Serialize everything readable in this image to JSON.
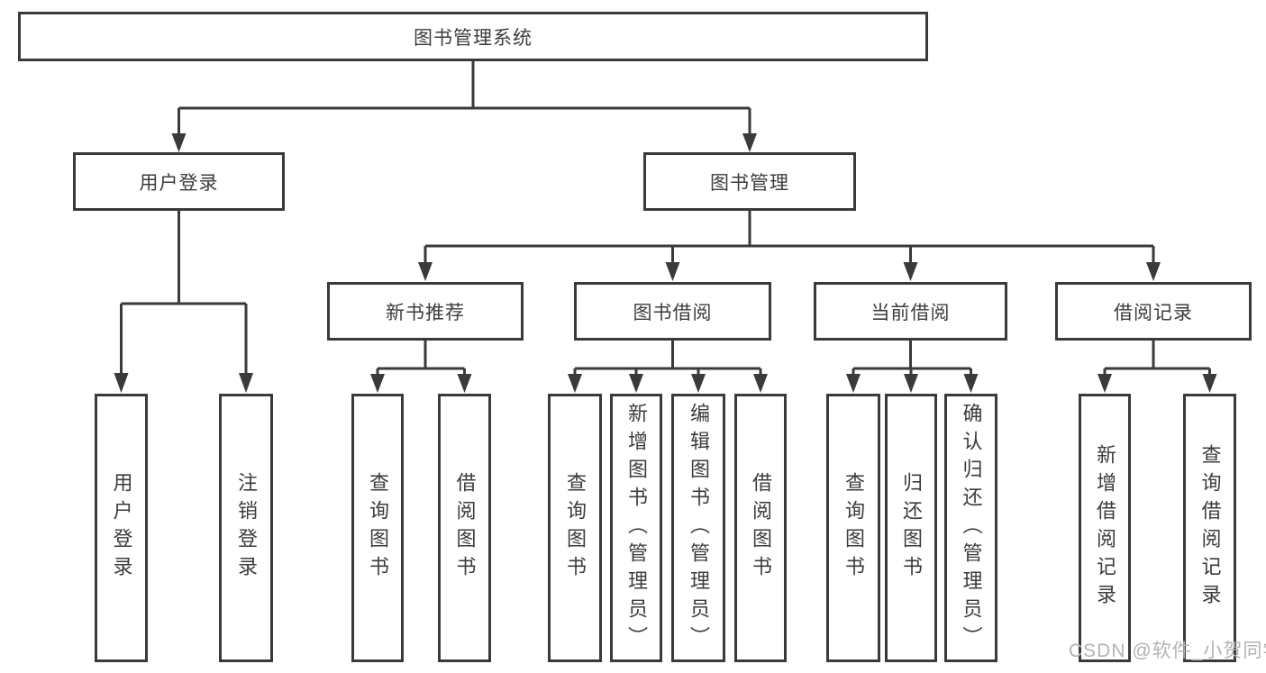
{
  "diagram": {
    "type": "hierarchy-tree",
    "title": "图书管理系统",
    "watermark": "CSDN @软件_小贺同学",
    "colors": {
      "background": "#ffffff",
      "line": "#3a3a3a",
      "box_border": "#3a3a3a",
      "box_fill": "#ffffff",
      "text": "#3c3c3c",
      "watermark": "#b3b3b3"
    },
    "tree": {
      "label": "图书管理系统",
      "children": [
        {
          "label": "用户登录",
          "children": [
            {
              "label": "用户登录"
            },
            {
              "label": "注销登录"
            }
          ]
        },
        {
          "label": "图书管理",
          "children": [
            {
              "label": "新书推荐",
              "children": [
                {
                  "label": "查询图书"
                },
                {
                  "label": "借阅图书"
                }
              ]
            },
            {
              "label": "图书借阅",
              "children": [
                {
                  "label": "查询图书"
                },
                {
                  "label": "新增图书（管理员）"
                },
                {
                  "label": "编辑图书（管理员）"
                },
                {
                  "label": "借阅图书"
                }
              ]
            },
            {
              "label": "当前借阅",
              "children": [
                {
                  "label": "查询图书"
                },
                {
                  "label": "归还图书"
                },
                {
                  "label": "确认归还（管理员）"
                }
              ]
            },
            {
              "label": "借阅记录",
              "children": [
                {
                  "label": "新增借阅记录"
                },
                {
                  "label": "查询借阅记录"
                }
              ]
            }
          ]
        }
      ]
    }
  }
}
